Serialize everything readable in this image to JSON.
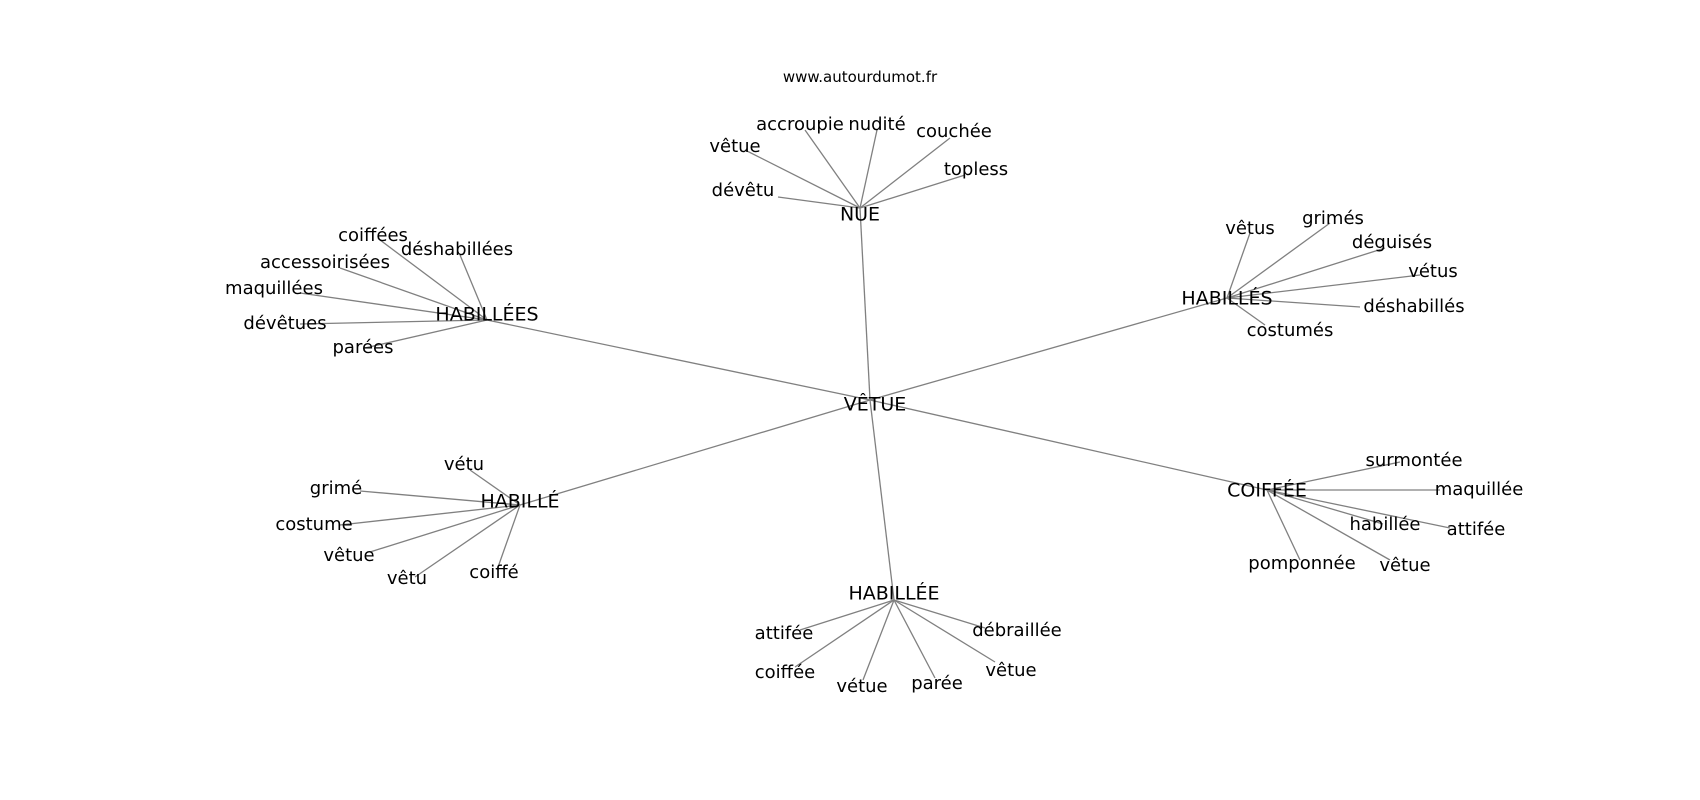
{
  "source": "www.autourdumot.fr",
  "center": "VÊTUE",
  "clusters": [
    {
      "label": "NUE",
      "words": [
        "dévêtu",
        "vêtue",
        "accroupie",
        "nudité",
        "couchée",
        "topless"
      ]
    },
    {
      "label": "HABILLÉS",
      "words": [
        "vêtus",
        "grimés",
        "déguisés",
        "vétus",
        "déshabillés",
        "costumés"
      ]
    },
    {
      "label": "HABILLÉES",
      "words": [
        "coiffées",
        "déshabillées",
        "accessoirisées",
        "maquillées",
        "dévêtues",
        "parées"
      ]
    },
    {
      "label": "HABILLÉ",
      "words": [
        "vétu",
        "grimé",
        "costume",
        "vêtue",
        "vêtu",
        "coiffé"
      ]
    },
    {
      "label": "COIFFÉE",
      "words": [
        "surmontée",
        "maquillée",
        "attifée",
        "habillée",
        "vêtue",
        "pomponnée"
      ]
    },
    {
      "label": "HABILLÉE",
      "words": [
        "attifée",
        "coiffée",
        "vétue",
        "parée",
        "vêtue",
        "débraillée"
      ]
    }
  ]
}
